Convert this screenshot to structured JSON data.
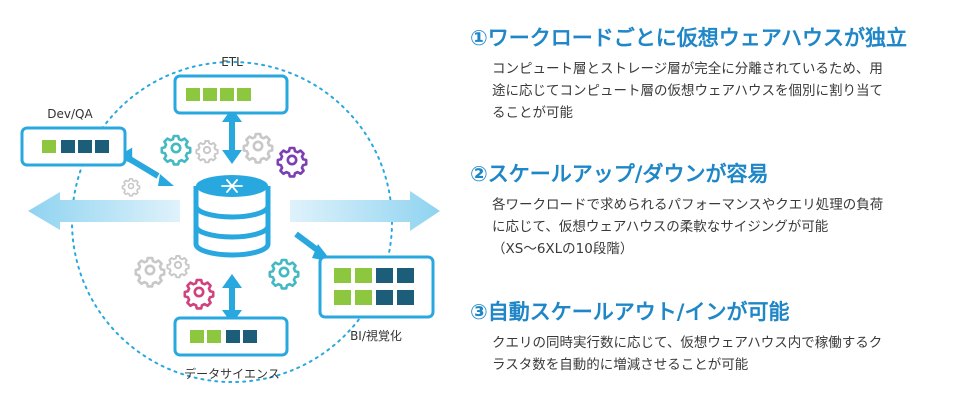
{
  "diagram": {
    "labels": {
      "etl": "ETL",
      "devqa": "Dev/QA",
      "bi": "BI/視覚化",
      "datascience": "データサイエンス"
    },
    "colors": {
      "accent_blue": "#29a8e0",
      "green": "#8dc63f",
      "navy": "#1c5d7a",
      "purple": "#7b3fb3",
      "pink": "#d0417e",
      "teal": "#44b9c4",
      "gray": "#b0b0b0",
      "title_blue": "#1f87c7"
    },
    "icons": [
      "snowflake-database-icon",
      "gear-icon",
      "double-arrow-icon"
    ]
  },
  "features": [
    {
      "title": "①ワークロードごとに仮想ウェアハウスが独立",
      "body": "コンピュート層とストレージ層が完全に分離されているため、用\n途に応じてコンピュート層の仮想ウェアハウスを個別に割り当て\nることが可能"
    },
    {
      "title": "②スケールアップ/ダウンが容易",
      "body": "各ワークロードで求められるパフォーマンスやクエリ処理の負荷\nに応じて、仮想ウェアハウスの柔軟なサイジングが可能\n（XS～6XLの10段階）"
    },
    {
      "title": "③自動スケールアウト/インが可能",
      "body": "クエリの同時実行数に応じて、仮想ウェアハウス内で稼働するク\nラスタ数を自動的に増減させることが可能"
    }
  ]
}
